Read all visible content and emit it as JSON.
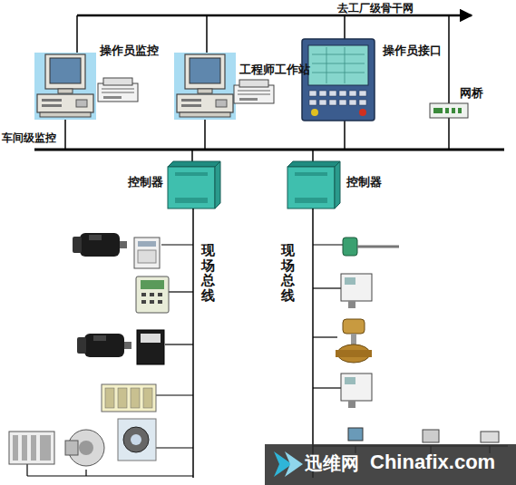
{
  "diagram": {
    "nodes": [
      {
        "text": [
          "操作员监控"
        ]
      },
      {
        "text": [
          "工程师工作站"
        ]
      },
      {
        "text": [
          "操作员接口"
        ]
      },
      {
        "text": [
          "网桥"
        ]
      },
      {
        "text": [
          "控制器"
        ]
      },
      {
        "text": [
          "控制器"
        ]
      }
    ],
    "labels": [
      "去工厂级骨干网",
      "车间级监控",
      "现场总线",
      "现场总线",
      "迅维网",
      "Chinafix.com"
    ]
  }
}
